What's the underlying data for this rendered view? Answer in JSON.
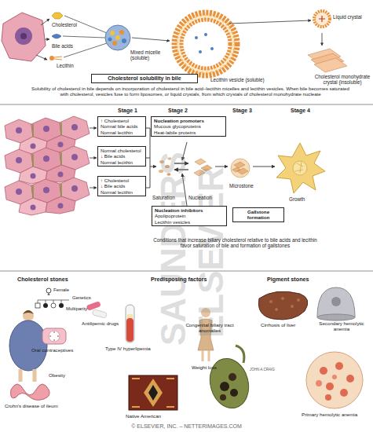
{
  "diagram": {
    "nodes": [
      {
        "text": [
          "Cholesterol solubility in bile"
        ]
      },
      {
        "text": [
          "↑ Cholesterol",
          "Normal bile acids",
          "Normal lecithin"
        ]
      },
      {
        "text": [
          "Normal cholesterol",
          "↓ Bile acids",
          "Normal lecithin"
        ]
      },
      {
        "text": [
          "↑ Cholesterol",
          "↓ Bile acids",
          "Normal lecithin"
        ]
      },
      {
        "text": [
          "Nucleation promoters",
          "Mucous glycoproteins",
          "Heat-labile proteins"
        ]
      },
      {
        "text": [
          "Nucleation inhibitors",
          "Apolipoprotein",
          "Lecithin vesicles"
        ]
      },
      {
        "text": [
          "Gallstone formation"
        ]
      }
    ],
    "labels": [
      "Cholesterol",
      "Bile acids",
      "Lecithin",
      "Mixed micelle (soluble)",
      "Lecithin vesicle (soluble)",
      "Liquid crystal",
      "Cholesterol monohydrate crystal (insoluble)",
      "Solubility of cholesterol in bile depends on incorporation of cholesterol in bile acid–lecithin micelles and lecithin vesicles. When bile becomes saturated with cholesterol, vesicles fuse to form liposomes, or liquid crystals, from which crystals of cholesterol monohydrate nucleate",
      "Stage 1",
      "Stage 2",
      "Stage 3",
      "Stage 4",
      "Saturation",
      "Nucleation",
      "Microstone",
      "Growth",
      "Conditions that increase biliary cholesterol relative to bile acids and lecithin favor saturation of bile and formation of gallstones",
      "Cholesterol stones",
      "Predisposing factors",
      "Pigment stones",
      "Female",
      "Genetics",
      "Multiparity",
      "Antilipemic drugs",
      "Oral contraceptives",
      "Type IV hyperlipemia",
      "Obesity",
      "Crohn's disease of ileum",
      "Native American",
      "Weight loss",
      "Cirrhosis of liver",
      "Congenital biliary tract anomalies",
      "Secondary hemolytic anemia",
      "Primary hemolytic anemia",
      "JOHN A.CRAIG",
      "SAUNDERS",
      "ELSEVIER",
      "© ELSEVIER, INC. – NETTERIMAGES.COM"
    ]
  }
}
